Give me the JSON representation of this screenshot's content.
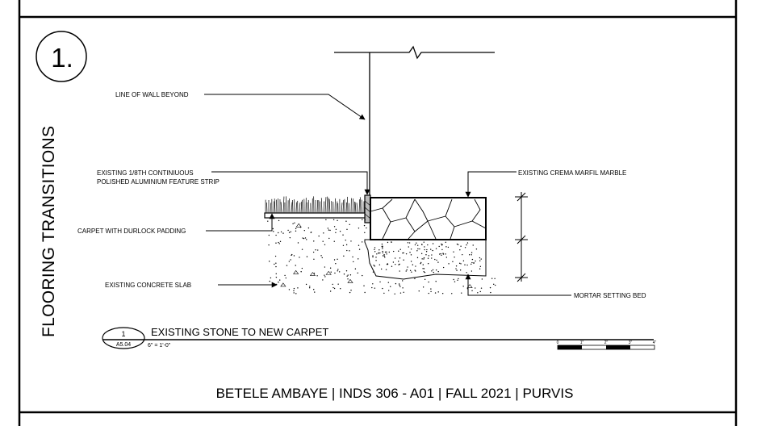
{
  "detail": {
    "number": "1.",
    "side_title": "FLOORING TRANSITIONS"
  },
  "callouts": {
    "wall_beyond": "LINE OF WALL BEYOND",
    "strip_line1": "EXISTING 1/8TH CONTINIUOUS",
    "strip_line2": "POLISHED ALUMINIUM FEATURE STRIP",
    "marble": "EXISTING CREMA MARFIL MARBLE",
    "carpet": "CARPET WITH DURLOCK PADDING",
    "slab": "EXISTING CONCRETE SLAB",
    "mortar": "MORTAR SETTING BED"
  },
  "title_block": {
    "detail_num": "1",
    "sheet_ref": "A5.04",
    "title": "EXISTING STONE TO NEW CARPET",
    "scale": "6\" = 1'-0\""
  },
  "scale_bar": {
    "labels": [
      "0",
      "1\"",
      "2\"",
      "3\"",
      "4\""
    ]
  },
  "footer": "BETELE AMBAYE | INDS 306 - A01 | FALL 2021 | PURVIS"
}
